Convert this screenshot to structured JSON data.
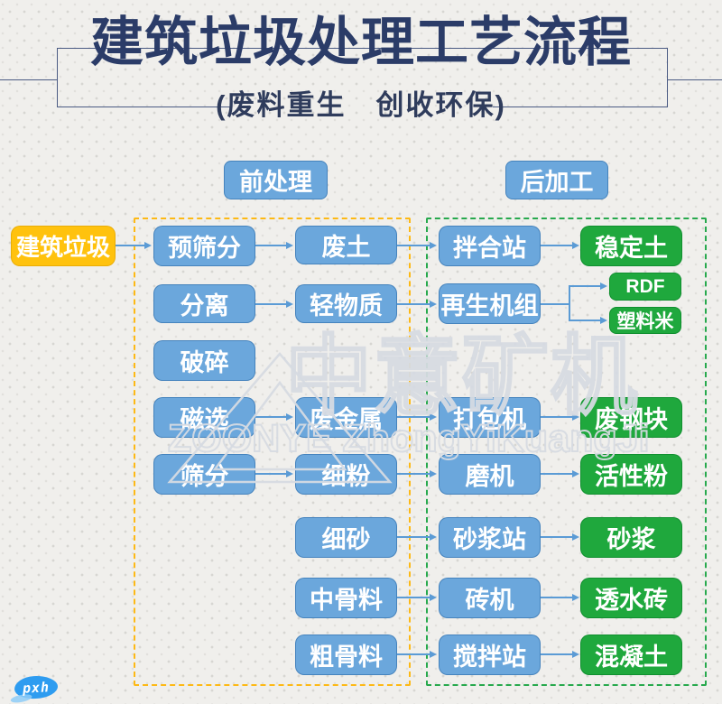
{
  "title": {
    "text": "建筑垃圾处理工艺流程",
    "subtitle": "(废料重生　创收环保)"
  },
  "sections": {
    "pre": "前处理",
    "post": "后加工"
  },
  "flow": {
    "source": "建筑垃圾",
    "col1": [
      "预筛分",
      "分离",
      "破碎",
      "磁选",
      "筛分"
    ],
    "col2": [
      "废土",
      "轻物质",
      "废金属",
      "细粉",
      "细砂",
      "中骨料",
      "粗骨料"
    ],
    "col3": [
      "拌合站",
      "再生机组",
      "打包机",
      "磨机",
      "砂浆站",
      "砖机",
      "搅拌站"
    ],
    "col4": [
      "稳定土",
      "废钢块",
      "活性粉",
      "砂浆",
      "透水砖",
      "混凝土"
    ],
    "branch": [
      "RDF",
      "塑料米"
    ]
  },
  "watermark": {
    "line1": "中意矿机",
    "line2": "ZOONYE ZhongYiKuangJi"
  },
  "logo": {
    "text": "pxh"
  },
  "colors": {
    "title_navy": "#2b3c68",
    "node_blue": "#6ba7dc",
    "node_green": "#1fa83d",
    "source_yellow": "#ffc20e",
    "dash_orange": "#fdb915",
    "dash_green": "#27a94d",
    "arrow_blue": "#5b9bd5",
    "logo_blue": "#2e9cf0"
  }
}
